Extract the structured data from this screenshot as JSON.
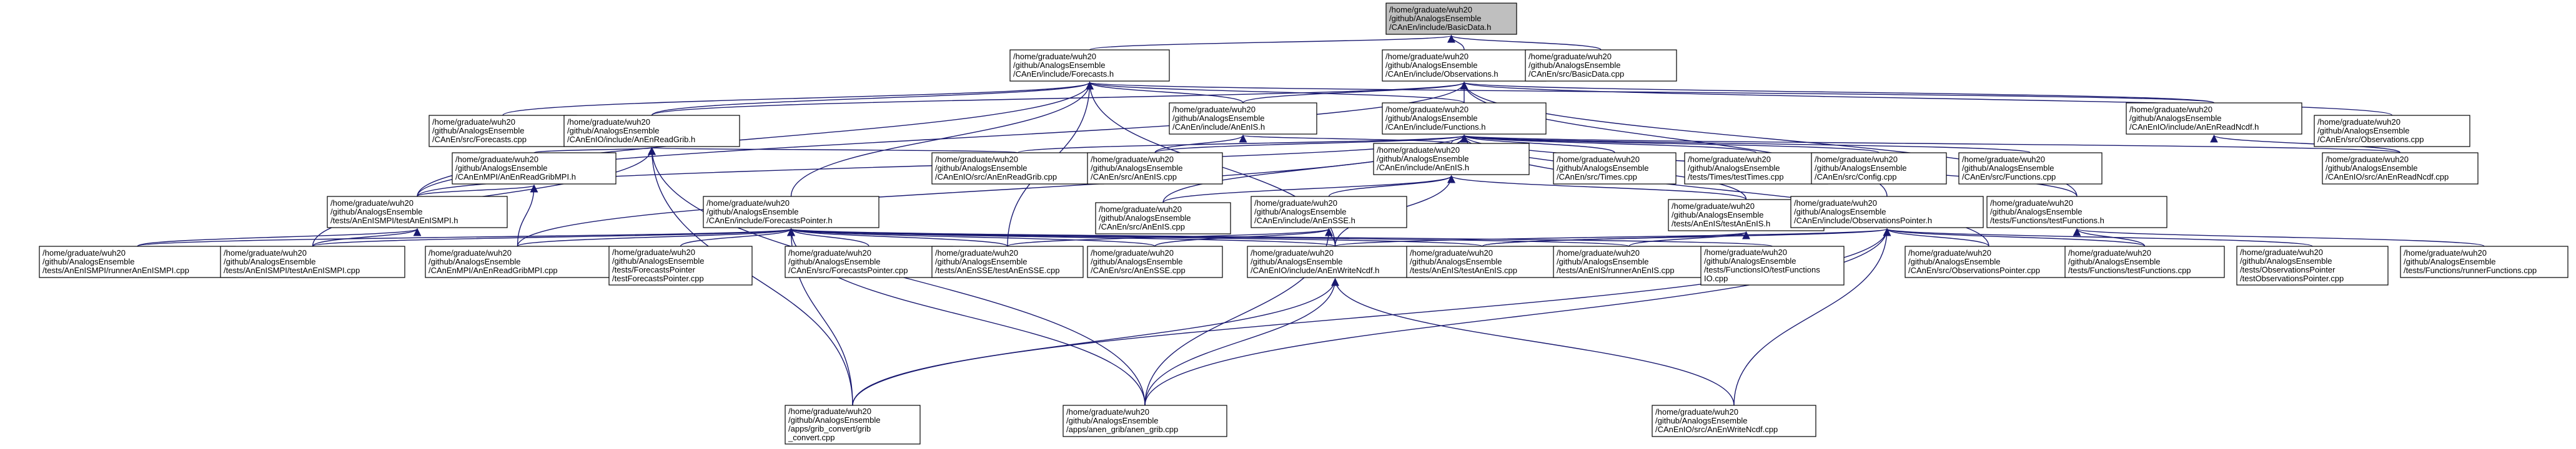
{
  "nodes": [
    {
      "id": "basicdata_h",
      "kind": "root",
      "label": [
        "/home/graduate/wuh20",
        "/github/AnalogsEnsemble",
        "/CAnEn/include/BasicData.h"
      ]
    },
    {
      "id": "forecasts_h",
      "kind": "header",
      "label": [
        "/home/graduate/wuh20",
        "/github/AnalogsEnsemble",
        "/CAnEn/include/Forecasts.h"
      ]
    },
    {
      "id": "observations_h",
      "kind": "header",
      "label": [
        "/home/graduate/wuh20",
        "/github/AnalogsEnsemble",
        "/CAnEn/include/Observations.h"
      ]
    },
    {
      "id": "basicdata_cpp",
      "kind": "file",
      "label": [
        "/home/graduate/wuh20",
        "/github/AnalogsEnsemble",
        "/CAnEn/src/BasicData.cpp"
      ]
    },
    {
      "id": "forecasts_cpp",
      "kind": "file",
      "label": [
        "/home/graduate/wuh20",
        "/github/AnalogsEnsemble",
        "/CAnEn/src/Forecasts.cpp"
      ]
    },
    {
      "id": "anenreadgrib_h",
      "kind": "header",
      "label": [
        "/home/graduate/wuh20",
        "/github/AnalogsEnsemble",
        "/CAnEnIO/include/AnEnReadGrib.h"
      ]
    },
    {
      "id": "anenis_h",
      "kind": "header",
      "label": [
        "/home/graduate/wuh20",
        "/github/AnalogsEnsemble",
        "/CAnEn/include/AnEnIS.h"
      ]
    },
    {
      "id": "functions_h",
      "kind": "header",
      "label": [
        "/home/graduate/wuh20",
        "/github/AnalogsEnsemble",
        "/CAnEn/include/Functions.h"
      ]
    },
    {
      "id": "anenreadncdf_h",
      "kind": "header",
      "label": [
        "/home/graduate/wuh20",
        "/github/AnalogsEnsemble",
        "/CAnEnIO/include/AnEnReadNcdf.h"
      ]
    },
    {
      "id": "observations_cpp",
      "kind": "file",
      "label": [
        "/home/graduate/wuh20",
        "/github/AnalogsEnsemble",
        "/CAnEn/src/Observations.cpp"
      ]
    },
    {
      "id": "anenreadgribmpi_h",
      "kind": "header",
      "label": [
        "/home/graduate/wuh20",
        "/github/AnalogsEnsemble",
        "/CAnEnMPI/AnEnReadGribMPI.h"
      ]
    },
    {
      "id": "anenreadgrib_cpp",
      "kind": "file",
      "label": [
        "/home/graduate/wuh20",
        "/github/AnalogsEnsemble",
        "/CAnEnIO/src/AnEnReadGrib.cpp"
      ]
    },
    {
      "id": "anenis_cpp",
      "kind": "file",
      "label": [
        "/home/graduate/wuh20",
        "/github/AnalogsEnsemble",
        "/CAnEn/src/AnEnIS.cpp"
      ]
    },
    {
      "id": "anenissse_h",
      "kind": "header",
      "label": [
        "/home/graduate/wuh20",
        "/github/AnalogsEnsemble",
        "/CAnEn/include/AnEnIS.h"
      ]
    },
    {
      "id": "times_cpp",
      "kind": "file",
      "label": [
        "/home/graduate/wuh20",
        "/github/AnalogsEnsemble",
        "/CAnEn/src/Times.cpp"
      ]
    },
    {
      "id": "testtimes_cpp",
      "kind": "file",
      "label": [
        "/home/graduate/wuh20",
        "/github/AnalogsEnsemble",
        "/tests/Times/testTimes.cpp"
      ]
    },
    {
      "id": "config_cpp",
      "kind": "file",
      "label": [
        "/home/graduate/wuh20",
        "/github/AnalogsEnsemble",
        "/CAnEn/src/Config.cpp"
      ]
    },
    {
      "id": "functions_cpp",
      "kind": "file",
      "label": [
        "/home/graduate/wuh20",
        "/github/AnalogsEnsemble",
        "/CAnEn/src/Functions.cpp"
      ]
    },
    {
      "id": "anenreadncdf_cpp",
      "kind": "file",
      "label": [
        "/home/graduate/wuh20",
        "/github/AnalogsEnsemble",
        "/CAnEnIO/src/AnEnReadNcdf.cpp"
      ]
    },
    {
      "id": "testanenismpi_h",
      "kind": "header",
      "label": [
        "/home/graduate/wuh20",
        "/github/AnalogsEnsemble",
        "/tests/AnEnISMPI/testAnEnISMPI.h"
      ]
    },
    {
      "id": "forecastspointer_h",
      "kind": "header",
      "label": [
        "/home/graduate/wuh20",
        "/github/AnalogsEnsemble",
        "/CAnEn/include/ForecastsPointer.h"
      ]
    },
    {
      "id": "anenis_cpp2",
      "kind": "file",
      "label": [
        "/home/graduate/wuh20",
        "/github/AnalogsEnsemble",
        "/CAnEn/src/AnEnIS.cpp"
      ]
    },
    {
      "id": "anensse_h",
      "kind": "header",
      "label": [
        "/home/graduate/wuh20",
        "/github/AnalogsEnsemble",
        "/CAnEn/include/AnEnSSE.h"
      ]
    },
    {
      "id": "testanenis_h",
      "kind": "header",
      "label": [
        "/home/graduate/wuh20",
        "/github/AnalogsEnsemble",
        "/tests/AnEnIS/testAnEnIS.h"
      ]
    },
    {
      "id": "observationspointer_h",
      "kind": "header",
      "label": [
        "/home/graduate/wuh20",
        "/github/AnalogsEnsemble",
        "/CAnEn/include/ObservationsPointer.h"
      ]
    },
    {
      "id": "testfunctions_h",
      "kind": "header",
      "label": [
        "/home/graduate/wuh20",
        "/github/AnalogsEnsemble",
        "/tests/Functions/testFunctions.h"
      ]
    },
    {
      "id": "runneranenismpi_cpp",
      "kind": "file",
      "label": [
        "/home/graduate/wuh20",
        "/github/AnalogsEnsemble",
        "/tests/AnEnISMPI/runnerAnEnISMPI.cpp"
      ]
    },
    {
      "id": "testanenismpi_cpp",
      "kind": "file",
      "label": [
        "/home/graduate/wuh20",
        "/github/AnalogsEnsemble",
        "/tests/AnEnISMPI/testAnEnISMPI.cpp"
      ]
    },
    {
      "id": "anenreadgribmpi_cpp",
      "kind": "file",
      "label": [
        "/home/graduate/wuh20",
        "/github/AnalogsEnsemble",
        "/CAnEnMPI/AnEnReadGribMPI.cpp"
      ]
    },
    {
      "id": "testforecastspointer_cpp",
      "kind": "file",
      "label": [
        "/home/graduate/wuh20",
        "/github/AnalogsEnsemble",
        "/tests/ForecastsPointer",
        "/testForecastsPointer.cpp"
      ]
    },
    {
      "id": "forecastspointer_cpp",
      "kind": "file",
      "label": [
        "/home/graduate/wuh20",
        "/github/AnalogsEnsemble",
        "/CAnEn/src/ForecastsPointer.cpp"
      ]
    },
    {
      "id": "testanensse_cpp",
      "kind": "file",
      "label": [
        "/home/graduate/wuh20",
        "/github/AnalogsEnsemble",
        "/tests/AnEnSSE/testAnEnSSE.cpp"
      ]
    },
    {
      "id": "anensse_cpp",
      "kind": "file",
      "label": [
        "/home/graduate/wuh20",
        "/github/AnalogsEnsemble",
        "/CAnEn/src/AnEnSSE.cpp"
      ]
    },
    {
      "id": "anenwritencdf_h",
      "kind": "header",
      "label": [
        "/home/graduate/wuh20",
        "/github/AnalogsEnsemble",
        "/CAnEnIO/include/AnEnWriteNcdf.h"
      ]
    },
    {
      "id": "testanenis_cpp",
      "kind": "file",
      "label": [
        "/home/graduate/wuh20",
        "/github/AnalogsEnsemble",
        "/tests/AnEnIS/testAnEnIS.cpp"
      ]
    },
    {
      "id": "runneranenis_cpp",
      "kind": "file",
      "label": [
        "/home/graduate/wuh20",
        "/github/AnalogsEnsemble",
        "/tests/AnEnIS/runnerAnEnIS.cpp"
      ]
    },
    {
      "id": "testfunctionsio_cpp",
      "kind": "file",
      "label": [
        "/home/graduate/wuh20",
        "/github/AnalogsEnsemble",
        "/tests/FunctionsIO/testFunctions",
        "IO.cpp"
      ]
    },
    {
      "id": "observationspointer_cpp",
      "kind": "file",
      "label": [
        "/home/graduate/wuh20",
        "/github/AnalogsEnsemble",
        "/CAnEn/src/ObservationsPointer.cpp"
      ]
    },
    {
      "id": "testfunctions_cpp",
      "kind": "file",
      "label": [
        "/home/graduate/wuh20",
        "/github/AnalogsEnsemble",
        "/tests/Functions/testFunctions.cpp"
      ]
    },
    {
      "id": "testobservationspointer_cpp",
      "kind": "file",
      "label": [
        "/home/graduate/wuh20",
        "/github/AnalogsEnsemble",
        "/tests/ObservationsPointer",
        "/testObservationsPointer.cpp"
      ]
    },
    {
      "id": "runnerfunctions_cpp",
      "kind": "file",
      "label": [
        "/home/graduate/wuh20",
        "/github/AnalogsEnsemble",
        "/tests/Functions/runnerFunctions.cpp"
      ]
    },
    {
      "id": "grib_convert_cpp",
      "kind": "file",
      "label": [
        "/home/graduate/wuh20",
        "/github/AnalogsEnsemble",
        "/apps/grib_convert/grib",
        "_convert.cpp"
      ]
    },
    {
      "id": "anen_grib_cpp",
      "kind": "file",
      "label": [
        "/home/graduate/wuh20",
        "/github/AnalogsEnsemble",
        "/apps/anen_grib/anen_grib.cpp"
      ]
    },
    {
      "id": "anenwritencdf_cpp",
      "kind": "file",
      "label": [
        "/home/graduate/wuh20",
        "/github/AnalogsEnsemble",
        "/CAnEnIO/src/AnEnWriteNcdf.cpp"
      ]
    }
  ],
  "edges": [
    [
      "forecasts_h",
      "basicdata_h"
    ],
    [
      "observations_h",
      "basicdata_h"
    ],
    [
      "basicdata_cpp",
      "basicdata_h"
    ],
    [
      "forecasts_cpp",
      "forecasts_h"
    ],
    [
      "anenreadgrib_h",
      "forecasts_h"
    ],
    [
      "anenis_h",
      "forecasts_h"
    ],
    [
      "functions_h",
      "forecasts_h"
    ],
    [
      "anenreadncdf_h",
      "forecasts_h"
    ],
    [
      "testanenismpi_h",
      "forecasts_h"
    ],
    [
      "forecastspointer_h",
      "forecasts_h"
    ],
    [
      "anenwritencdf_h",
      "forecasts_h"
    ],
    [
      "testanensse_cpp",
      "forecasts_h"
    ],
    [
      "anenis_h",
      "observations_h"
    ],
    [
      "functions_h",
      "observations_h"
    ],
    [
      "anenreadncdf_h",
      "observations_h"
    ],
    [
      "observations_cpp",
      "observations_h"
    ],
    [
      "anenreadgrib_h",
      "observations_h"
    ],
    [
      "testanenismpi_h",
      "observations_h"
    ],
    [
      "observationspointer_h",
      "observations_h"
    ],
    [
      "testfunctions_h",
      "observations_h"
    ],
    [
      "anenreadgribmpi_h",
      "anenreadgrib_h"
    ],
    [
      "anenreadgrib_cpp",
      "anenreadgrib_h"
    ],
    [
      "testanenismpi_cpp",
      "anenreadgrib_h"
    ],
    [
      "grib_convert_cpp",
      "anenreadgrib_h"
    ],
    [
      "anen_grib_cpp",
      "anenreadgrib_h"
    ],
    [
      "anenissse_h",
      "anenis_h"
    ],
    [
      "anenis_cpp",
      "anenis_h"
    ],
    [
      "anenreadgrib_cpp",
      "functions_h"
    ],
    [
      "anenis_cpp",
      "functions_h"
    ],
    [
      "anenissse_h",
      "functions_h"
    ],
    [
      "times_cpp",
      "functions_h"
    ],
    [
      "testtimes_cpp",
      "functions_h"
    ],
    [
      "config_cpp",
      "functions_h"
    ],
    [
      "functions_cpp",
      "functions_h"
    ],
    [
      "anenreadncdf_cpp",
      "functions_h"
    ],
    [
      "testanenis_h",
      "functions_h"
    ],
    [
      "testfunctions_h",
      "functions_h"
    ],
    [
      "observationspointer_cpp",
      "functions_h"
    ],
    [
      "anenreadgribmpi_cpp",
      "functions_h"
    ],
    [
      "anenis_cpp2",
      "functions_h"
    ],
    [
      "testanenismpi_h",
      "functions_h"
    ],
    [
      "anenreadncdf_cpp",
      "anenreadncdf_h"
    ],
    [
      "testanenismpi_h",
      "anenreadgribmpi_h"
    ],
    [
      "anenreadgribmpi_cpp",
      "anenreadgribmpi_h"
    ],
    [
      "anenis_cpp2",
      "anenissse_h"
    ],
    [
      "anensse_h",
      "anenissse_h"
    ],
    [
      "testanenis_h",
      "anenissse_h"
    ],
    [
      "anenwritencdf_h",
      "anenissse_h"
    ],
    [
      "runneranenismpi_cpp",
      "testanenismpi_h"
    ],
    [
      "testanenismpi_cpp",
      "testanenismpi_h"
    ],
    [
      "runneranenismpi_cpp",
      "forecastspointer_h"
    ],
    [
      "testanenismpi_cpp",
      "forecastspointer_h"
    ],
    [
      "anenreadgribmpi_cpp",
      "forecastspointer_h"
    ],
    [
      "testforecastspointer_cpp",
      "forecastspointer_h"
    ],
    [
      "forecastspointer_cpp",
      "forecastspointer_h"
    ],
    [
      "testanensse_cpp",
      "forecastspointer_h"
    ],
    [
      "anensse_cpp",
      "forecastspointer_h"
    ],
    [
      "anenwritencdf_h",
      "forecastspointer_h"
    ],
    [
      "testanenis_cpp",
      "forecastspointer_h"
    ],
    [
      "runneranenis_cpp",
      "forecastspointer_h"
    ],
    [
      "testfunctionsio_cpp",
      "forecastspointer_h"
    ],
    [
      "grib_convert_cpp",
      "forecastspointer_h"
    ],
    [
      "anen_grib_cpp",
      "forecastspointer_h"
    ],
    [
      "testanensse_cpp",
      "anensse_h"
    ],
    [
      "anensse_cpp",
      "anensse_h"
    ],
    [
      "anenwritencdf_h",
      "anensse_h"
    ],
    [
      "anen_grib_cpp",
      "anensse_h"
    ],
    [
      "testanenis_cpp",
      "testanenis_h"
    ],
    [
      "runneranenis_cpp",
      "testanenis_h"
    ],
    [
      "anenwritencdf_h",
      "observationspointer_h"
    ],
    [
      "observationspointer_cpp",
      "observationspointer_h"
    ],
    [
      "testfunctions_cpp",
      "observationspointer_h"
    ],
    [
      "testobservationspointer_cpp",
      "observationspointer_h"
    ],
    [
      "testanenis_cpp",
      "observationspointer_h"
    ],
    [
      "grib_convert_cpp",
      "observationspointer_h"
    ],
    [
      "anen_grib_cpp",
      "observationspointer_h"
    ],
    [
      "anenwritencdf_cpp",
      "observationspointer_h"
    ],
    [
      "testfunctions_cpp",
      "testfunctions_h"
    ],
    [
      "runnerfunctions_cpp",
      "testfunctions_h"
    ],
    [
      "grib_convert_cpp",
      "anenwritencdf_h"
    ],
    [
      "anen_grib_cpp",
      "anenwritencdf_h"
    ],
    [
      "anenwritencdf_cpp",
      "anenwritencdf_h"
    ]
  ]
}
